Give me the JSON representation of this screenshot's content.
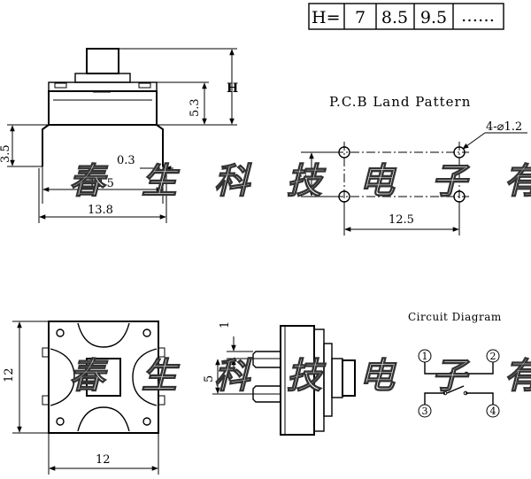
{
  "height_table": {
    "label": "H=",
    "values": [
      "7",
      "8.5",
      "9.5",
      "……"
    ]
  },
  "front_view": {
    "dim_height_label": "H",
    "dim_body": "5.3",
    "dim_lead": "3.5",
    "dim_lead_thickness": "0.3",
    "dim_pitch": "12.5",
    "dim_width": "13.8"
  },
  "land_pattern": {
    "title": "P.C.B Land Pattern",
    "hole_label": "4-⌀1.2",
    "dim_vertical": "5",
    "dim_horizontal": "12.5"
  },
  "top_view": {
    "dim_height": "12",
    "dim_width": "12"
  },
  "side_view": {
    "dim_lead": "1",
    "dim_pitch": "5"
  },
  "circuit": {
    "title": "Circuit Diagram",
    "pins": [
      "1",
      "2",
      "3",
      "4"
    ]
  },
  "watermark": "春 生 科 技 电 子 有 限 公 司"
}
